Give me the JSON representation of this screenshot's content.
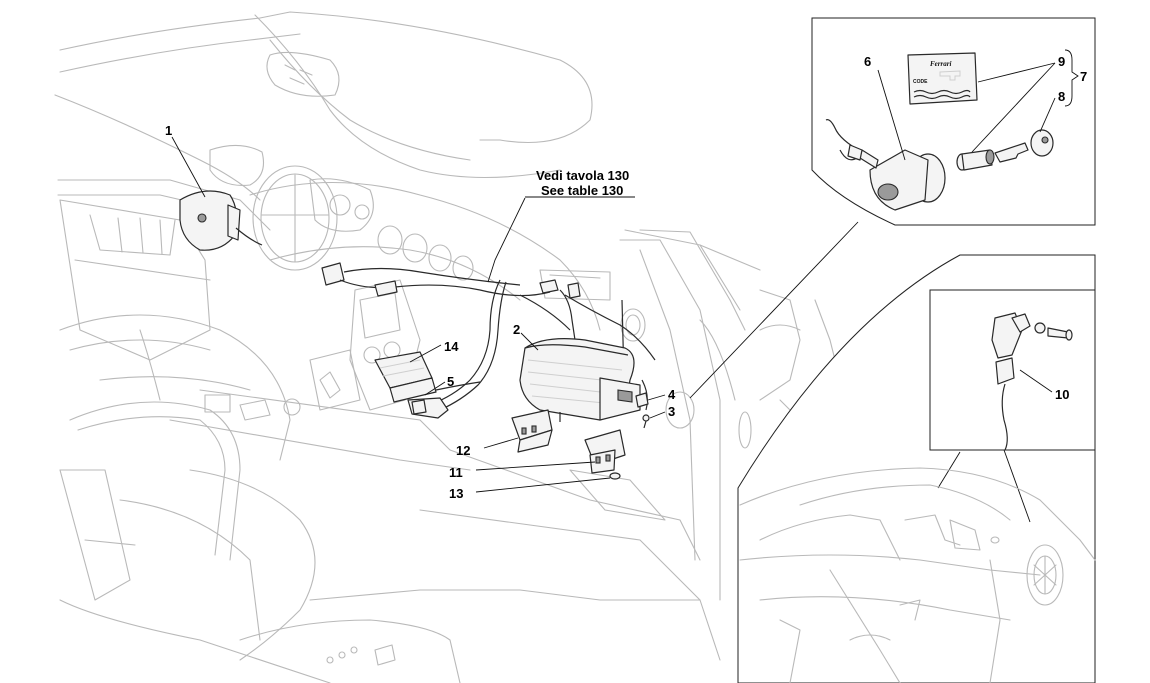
{
  "reference_note": {
    "line1": "Vedi tavola 130",
    "line2": "See table 130"
  },
  "callouts": [
    {
      "id": "1",
      "label": "1"
    },
    {
      "id": "2",
      "label": "2"
    },
    {
      "id": "3",
      "label": "3"
    },
    {
      "id": "4",
      "label": "4"
    },
    {
      "id": "5",
      "label": "5"
    },
    {
      "id": "6",
      "label": "6"
    },
    {
      "id": "7",
      "label": "7"
    },
    {
      "id": "8",
      "label": "8"
    },
    {
      "id": "9",
      "label": "9"
    },
    {
      "id": "10",
      "label": "10"
    },
    {
      "id": "11",
      "label": "11"
    },
    {
      "id": "12",
      "label": "12"
    },
    {
      "id": "13",
      "label": "13"
    },
    {
      "id": "14",
      "label": "14"
    }
  ],
  "code_card": {
    "brand": "Ferrari",
    "code_label": "CODE"
  },
  "colors": {
    "outline": "#b9b9b9",
    "part": "#2a2a2a",
    "leader": "#111111"
  }
}
